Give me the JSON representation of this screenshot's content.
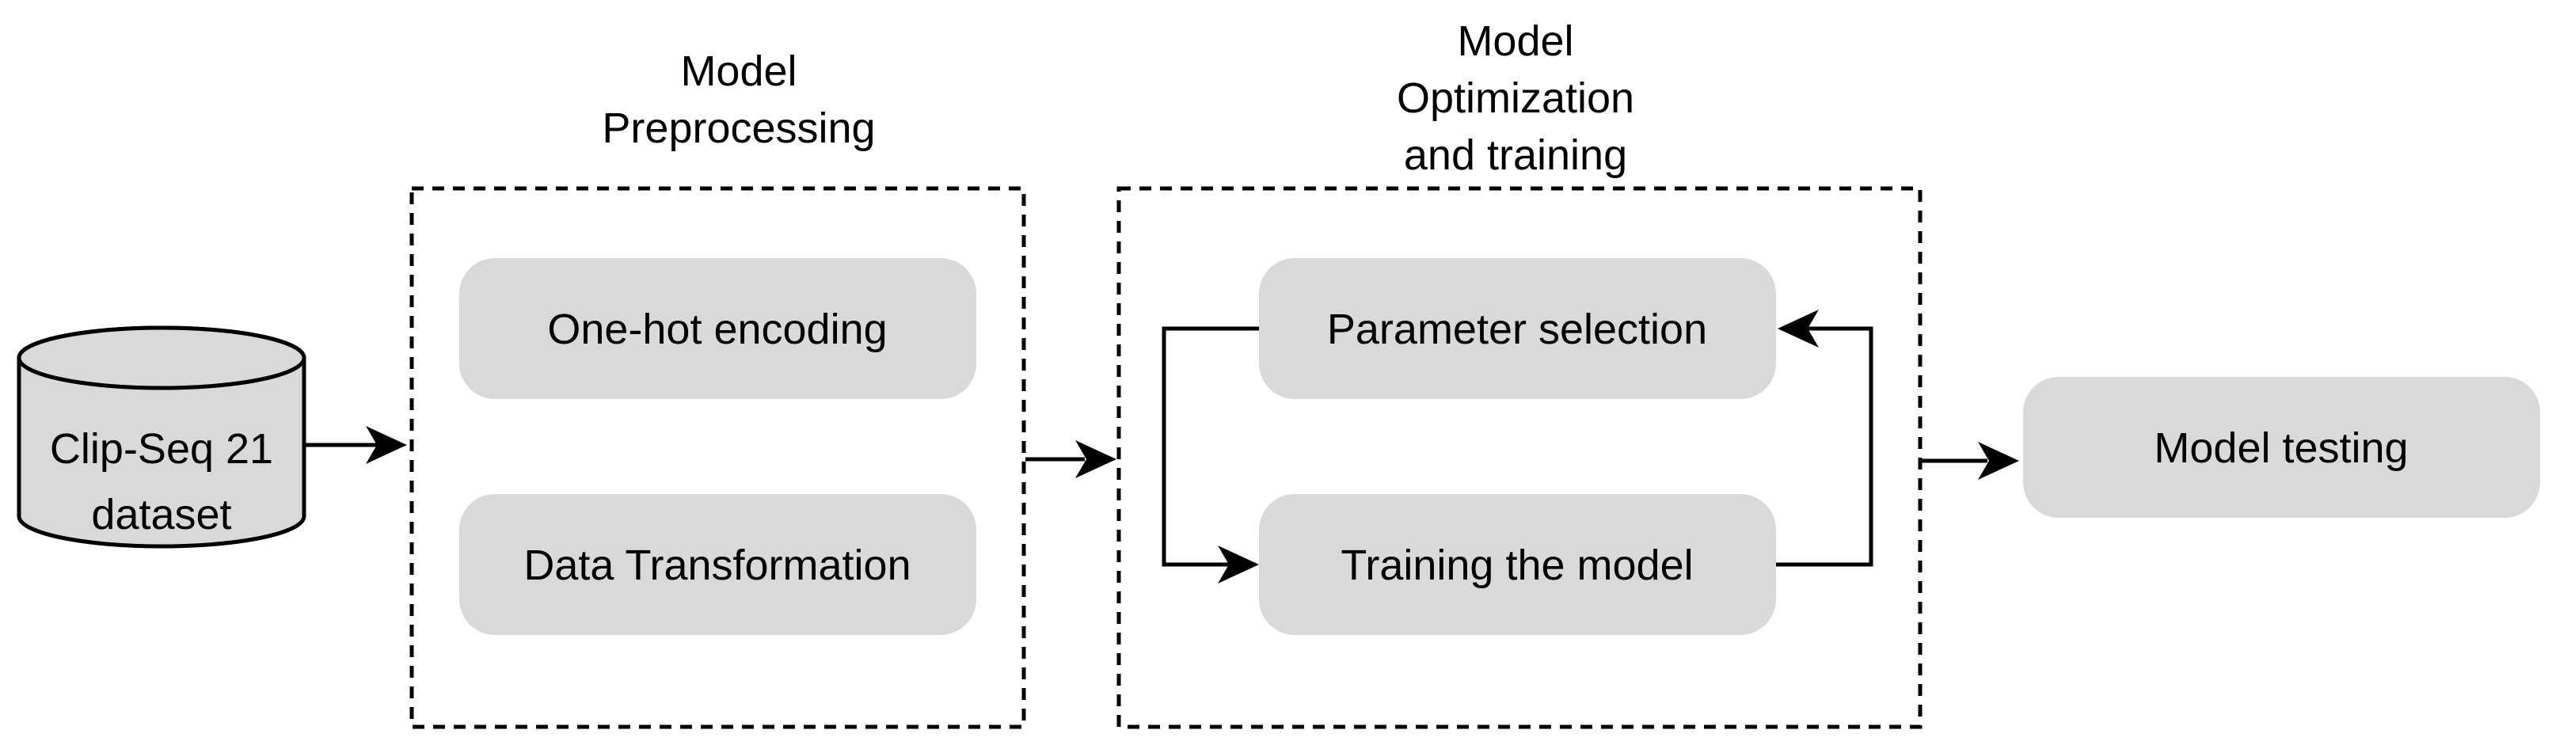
{
  "dataset": {
    "label_line1": "Clip-Seq 21",
    "label_line2": "dataset"
  },
  "preprocessing": {
    "title_line1": "Model",
    "title_line2": "Preprocessing",
    "steps": [
      "One-hot encoding",
      "Data Transformation"
    ]
  },
  "optimization": {
    "title_line1": "Model",
    "title_line2": "Optimization",
    "title_line3": "and training",
    "steps": [
      "Parameter selection",
      "Training the model"
    ]
  },
  "testing": {
    "label": "Model testing"
  },
  "colors": {
    "node_fill": "#d9d9d9",
    "stroke": "#000000",
    "background": "#ffffff"
  }
}
